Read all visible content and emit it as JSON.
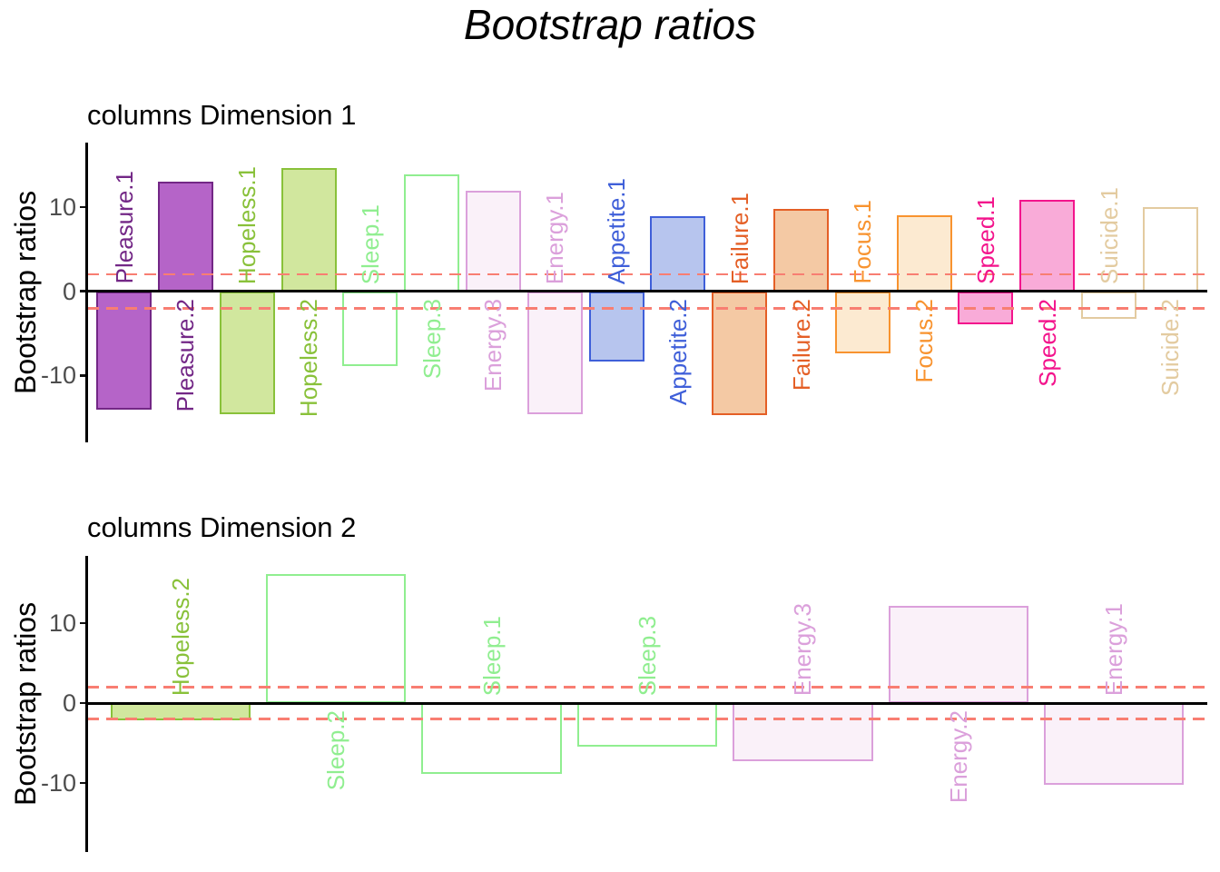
{
  "title": "Bootstrap ratios",
  "chart_data": [
    {
      "type": "bar",
      "panel": "columns Dimension 1",
      "ylabel": "Bootstrap ratios",
      "yticks": [
        10,
        0,
        -10
      ],
      "ylim": [
        -17.8,
        17.7
      ],
      "threshold_lines": [
        2,
        -2
      ],
      "grid": false,
      "legend": false,
      "categories": [
        "Pleasure.1",
        "Pleasure.2",
        "Hopeless.1",
        "Hopeless.2",
        "Sleep.1",
        "Sleep.3",
        "Energy.3",
        "Energy.1",
        "Appetite.1",
        "Appetite.2",
        "Failure.1",
        "Failure.2",
        "Focus.1",
        "Focus.2",
        "Speed.1",
        "Speed.2",
        "Suicide.1",
        "Suicide.2"
      ],
      "values": [
        -14.0,
        13.0,
        -14.6,
        14.6,
        -8.9,
        13.9,
        11.9,
        -14.6,
        -8.3,
        8.9,
        -14.7,
        9.8,
        -7.4,
        9.0,
        -3.9,
        10.9,
        -3.3,
        10.0
      ],
      "groups": [
        "pleasure",
        "pleasure",
        "hopeless",
        "hopeless",
        "sleep",
        "sleep",
        "energy",
        "energy",
        "appetite",
        "appetite",
        "failure",
        "failure",
        "focus",
        "focus",
        "speed",
        "speed",
        "suicide",
        "suicide"
      ]
    },
    {
      "type": "bar",
      "panel": "columns Dimension 2",
      "ylabel": "Bootstrap ratios",
      "yticks": [
        10,
        0,
        -10
      ],
      "ylim": [
        -18.4,
        18.4
      ],
      "threshold_lines": [
        2,
        -2
      ],
      "grid": false,
      "legend": false,
      "categories": [
        "Hopeless.2",
        "Sleep.2",
        "Sleep.1",
        "Sleep.3",
        "Energy.3",
        "Energy.2",
        "Energy.1"
      ],
      "values": [
        -2.2,
        16.2,
        -8.9,
        -5.5,
        -7.3,
        12.2,
        -10.3
      ],
      "groups": [
        "hopeless",
        "sleep",
        "sleep",
        "sleep",
        "energy",
        "energy",
        "energy"
      ]
    }
  ],
  "style": {
    "background": "#FFFFFF",
    "threshold_color": "#F87E72",
    "tick_label_color": "#4D4D4D",
    "axis_color": "#000000",
    "group_colors": {
      "pleasure": {
        "stroke": "#732786",
        "fill": "#B564C8"
      },
      "hopeless": {
        "stroke": "#89C13A",
        "fill": "#D1E79E"
      },
      "sleep": {
        "stroke": "#90EE90",
        "fill": "#FFFFFF"
      },
      "energy": {
        "stroke": "#DBA0DB",
        "fill": "#FAF1F9"
      },
      "appetite": {
        "stroke": "#3F5FD9",
        "fill": "#B7C5EE"
      },
      "failure": {
        "stroke": "#E45F26",
        "fill": "#F4C9A4"
      },
      "focus": {
        "stroke": "#F8932F",
        "fill": "#FCEAD1"
      },
      "speed": {
        "stroke": "#F3148C",
        "fill": "#F9ABD8"
      },
      "suicide": {
        "stroke": "#E3CBA0",
        "fill": "#FFFFFF"
      }
    }
  }
}
